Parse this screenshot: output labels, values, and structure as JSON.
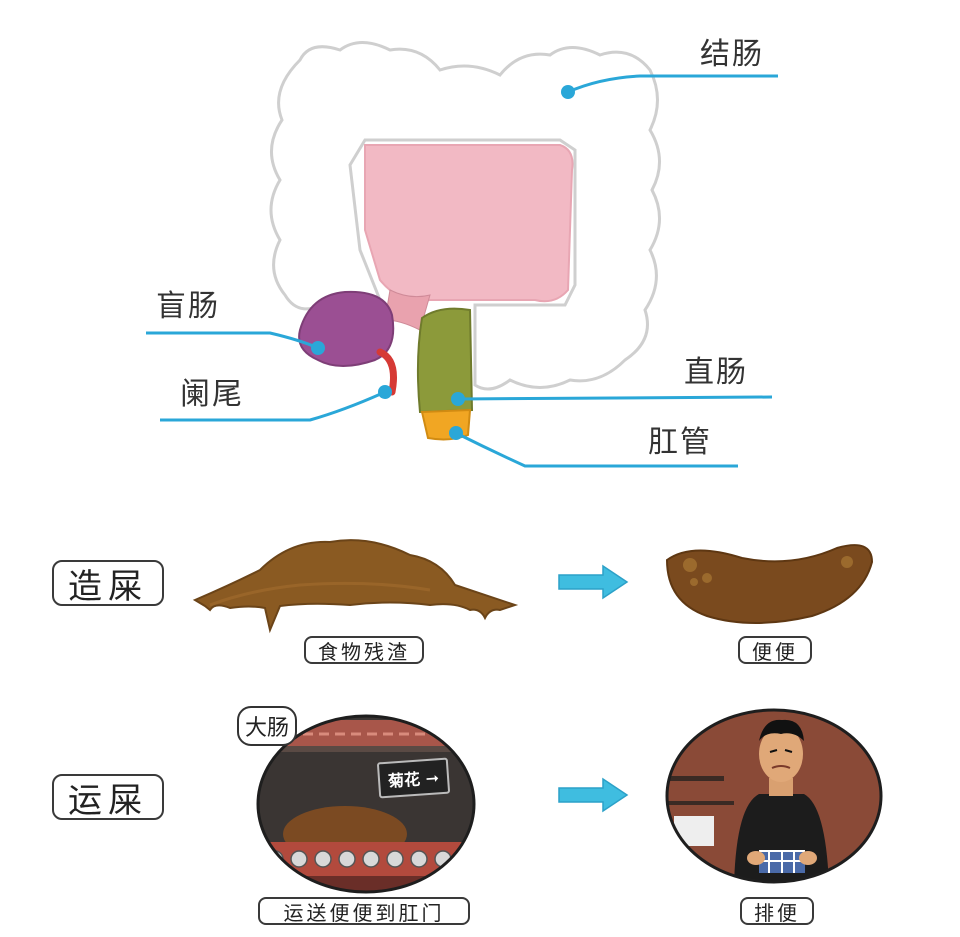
{
  "anatomy": {
    "labels": {
      "colon": "结肠",
      "cecum": "盲肠",
      "appendix": "阑尾",
      "rectum": "直肠",
      "anal_canal": "肛管"
    },
    "colors": {
      "leader_line": "#2aa7d8",
      "colon": "#ffffff",
      "small_intestine": "#f2b9c4",
      "cecum": "#9b4f93",
      "appendix": "#d63a35",
      "rectum": "#8c9a3a",
      "anal_canal": "#f1a623"
    }
  },
  "rows": [
    {
      "process": "造屎",
      "from_caption": "食物残渣",
      "to_caption": "便便",
      "arrow_color": "#3fbde0"
    },
    {
      "process": "运屎",
      "from_caption": "运送便便到肛门",
      "to_caption": "排便",
      "arrow_color": "#3fbde0",
      "scene_bubble": "大肠",
      "scene_sign": "菊花 ➞"
    }
  ]
}
